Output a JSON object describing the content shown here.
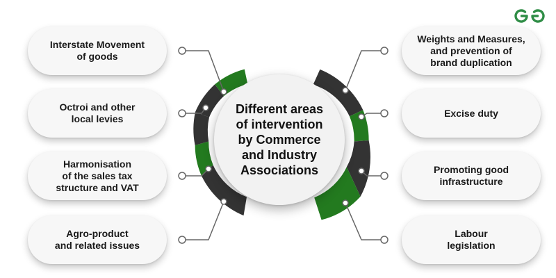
{
  "center": {
    "text": "Different areas\nof intervention\nby Commerce\nand Industry\nAssociations"
  },
  "left_items": [
    {
      "text": "Interstate Movement\nof goods"
    },
    {
      "text": "Octroi and  other\nlocal levies"
    },
    {
      "text": "Harmonisation\nof the sales tax\nstructure and VAT"
    },
    {
      "text": "Agro-product\nand related issues"
    }
  ],
  "right_items": [
    {
      "text": "Weights and Measures,\nand prevention of\nbrand duplication"
    },
    {
      "text": "Excise duty"
    },
    {
      "text": "Promoting good\ninfrastructure"
    },
    {
      "text": "Labour\nlegislation"
    }
  ],
  "colors": {
    "green": "#237a1f",
    "dark": "#333333",
    "connector": "#666666",
    "logo": "#2f8d46"
  },
  "logo": {
    "icon": "geeksforgeeks-logo-icon"
  }
}
